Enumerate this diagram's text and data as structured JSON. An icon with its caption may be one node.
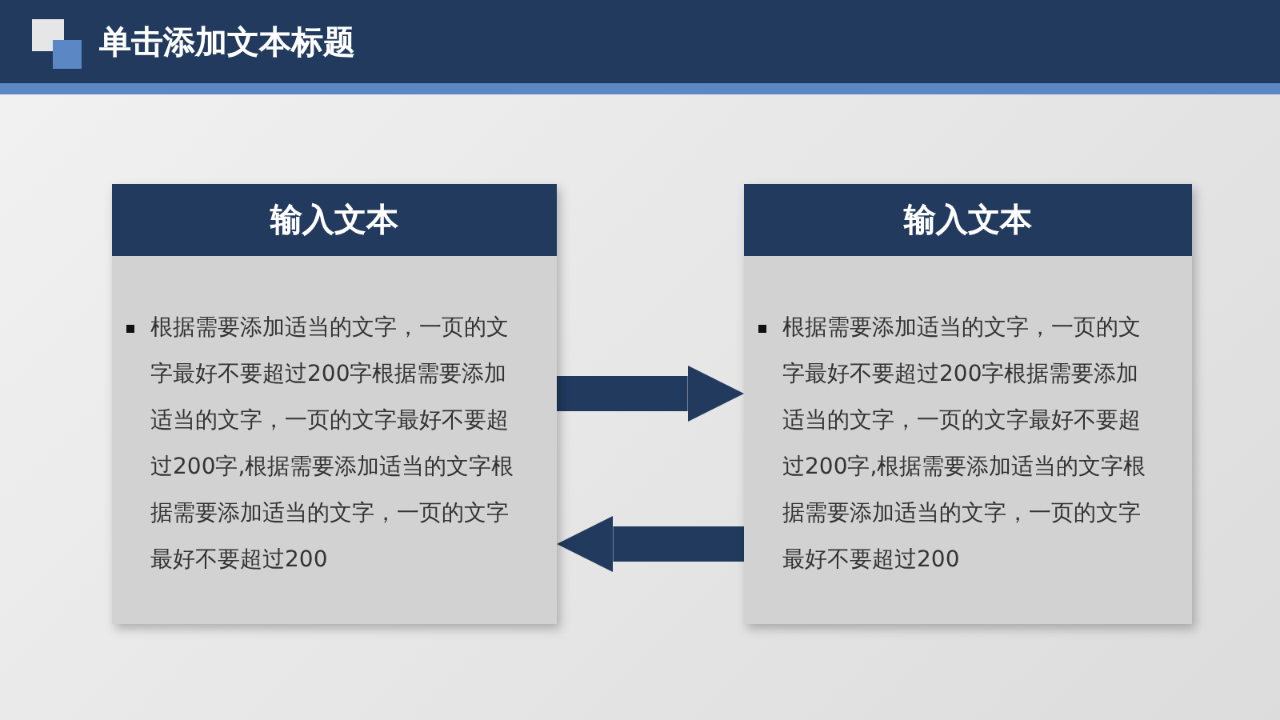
{
  "diagram": {
    "title": "单击添加文本标题",
    "nodes": [
      {
        "text": [
          "输入文本",
          "根据需要添加适当的文字，一页的文字最好不要超过200字根据需要添加适当的文字，一页的文字最好不要超过200字,根据需要添加适当的文字根据需要添加适当的文字，一页的文字最好不要超过200"
        ]
      },
      {
        "text": [
          "输入文本",
          "根据需要添加适当的文字，一页的文字最好不要超过200字根据需要添加适当的文字，一页的文字最好不要超过200字,根据需要添加适当的文字根据需要添加适当的文字，一页的文字最好不要超过200"
        ]
      }
    ],
    "edges": [
      {
        "from": 0,
        "to": 1,
        "arrow": "to"
      },
      {
        "from": 1,
        "to": 0,
        "arrow": "to"
      }
    ]
  }
}
